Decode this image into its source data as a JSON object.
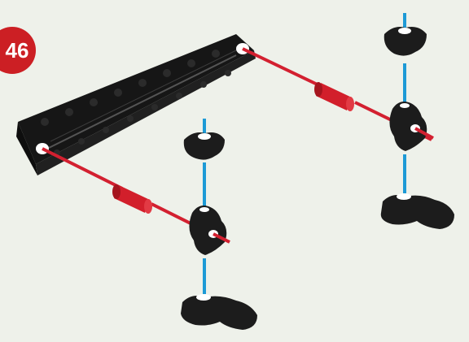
{
  "step": {
    "number": "46"
  },
  "colors": {
    "background": "#eef1ea",
    "badge": "#cc1f24",
    "part_black": "#1c1c1c",
    "part_highlight": "#3a3a3a",
    "axle_red": "#d21f2b",
    "guide_red": "#d32030",
    "guide_blue": "#1d9ad6",
    "hole_white": "#ffffff"
  },
  "parts": [
    {
      "name": "long-frame-beam",
      "icon": "black-long-frame"
    },
    {
      "name": "left-axle-connector",
      "icon": "red-axle-peg"
    },
    {
      "name": "right-axle-connector",
      "icon": "red-axle-peg"
    },
    {
      "name": "left-top-anchor-pin",
      "icon": "black-anchor-pin"
    },
    {
      "name": "left-center-joint",
      "icon": "black-cross-joint"
    },
    {
      "name": "left-bottom-dogbone",
      "icon": "black-dogbone"
    },
    {
      "name": "right-top-anchor-pin",
      "icon": "black-anchor-pin"
    },
    {
      "name": "right-center-joint",
      "icon": "black-cross-joint"
    },
    {
      "name": "right-bottom-dogbone",
      "icon": "black-dogbone"
    }
  ]
}
